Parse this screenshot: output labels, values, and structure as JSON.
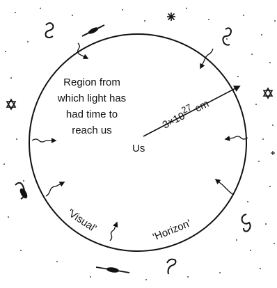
{
  "labels": {
    "region_line1": "Region from",
    "region_line2": "which light has",
    "region_line3": "had time to",
    "region_line4": "reach us",
    "us": "Us",
    "radius_base": "3×10",
    "radius_exp": "27",
    "radius_unit": " cm",
    "visual": "'Visual'",
    "horizon": "'Horizon'"
  },
  "colors": {
    "ink": "#111111",
    "background": "#ffffff"
  },
  "icons": [
    "spiral-galaxy-icon",
    "edge-on-galaxy-icon",
    "star-burst-icon",
    "star-of-david-icon",
    "wavy-arrow-icon"
  ]
}
